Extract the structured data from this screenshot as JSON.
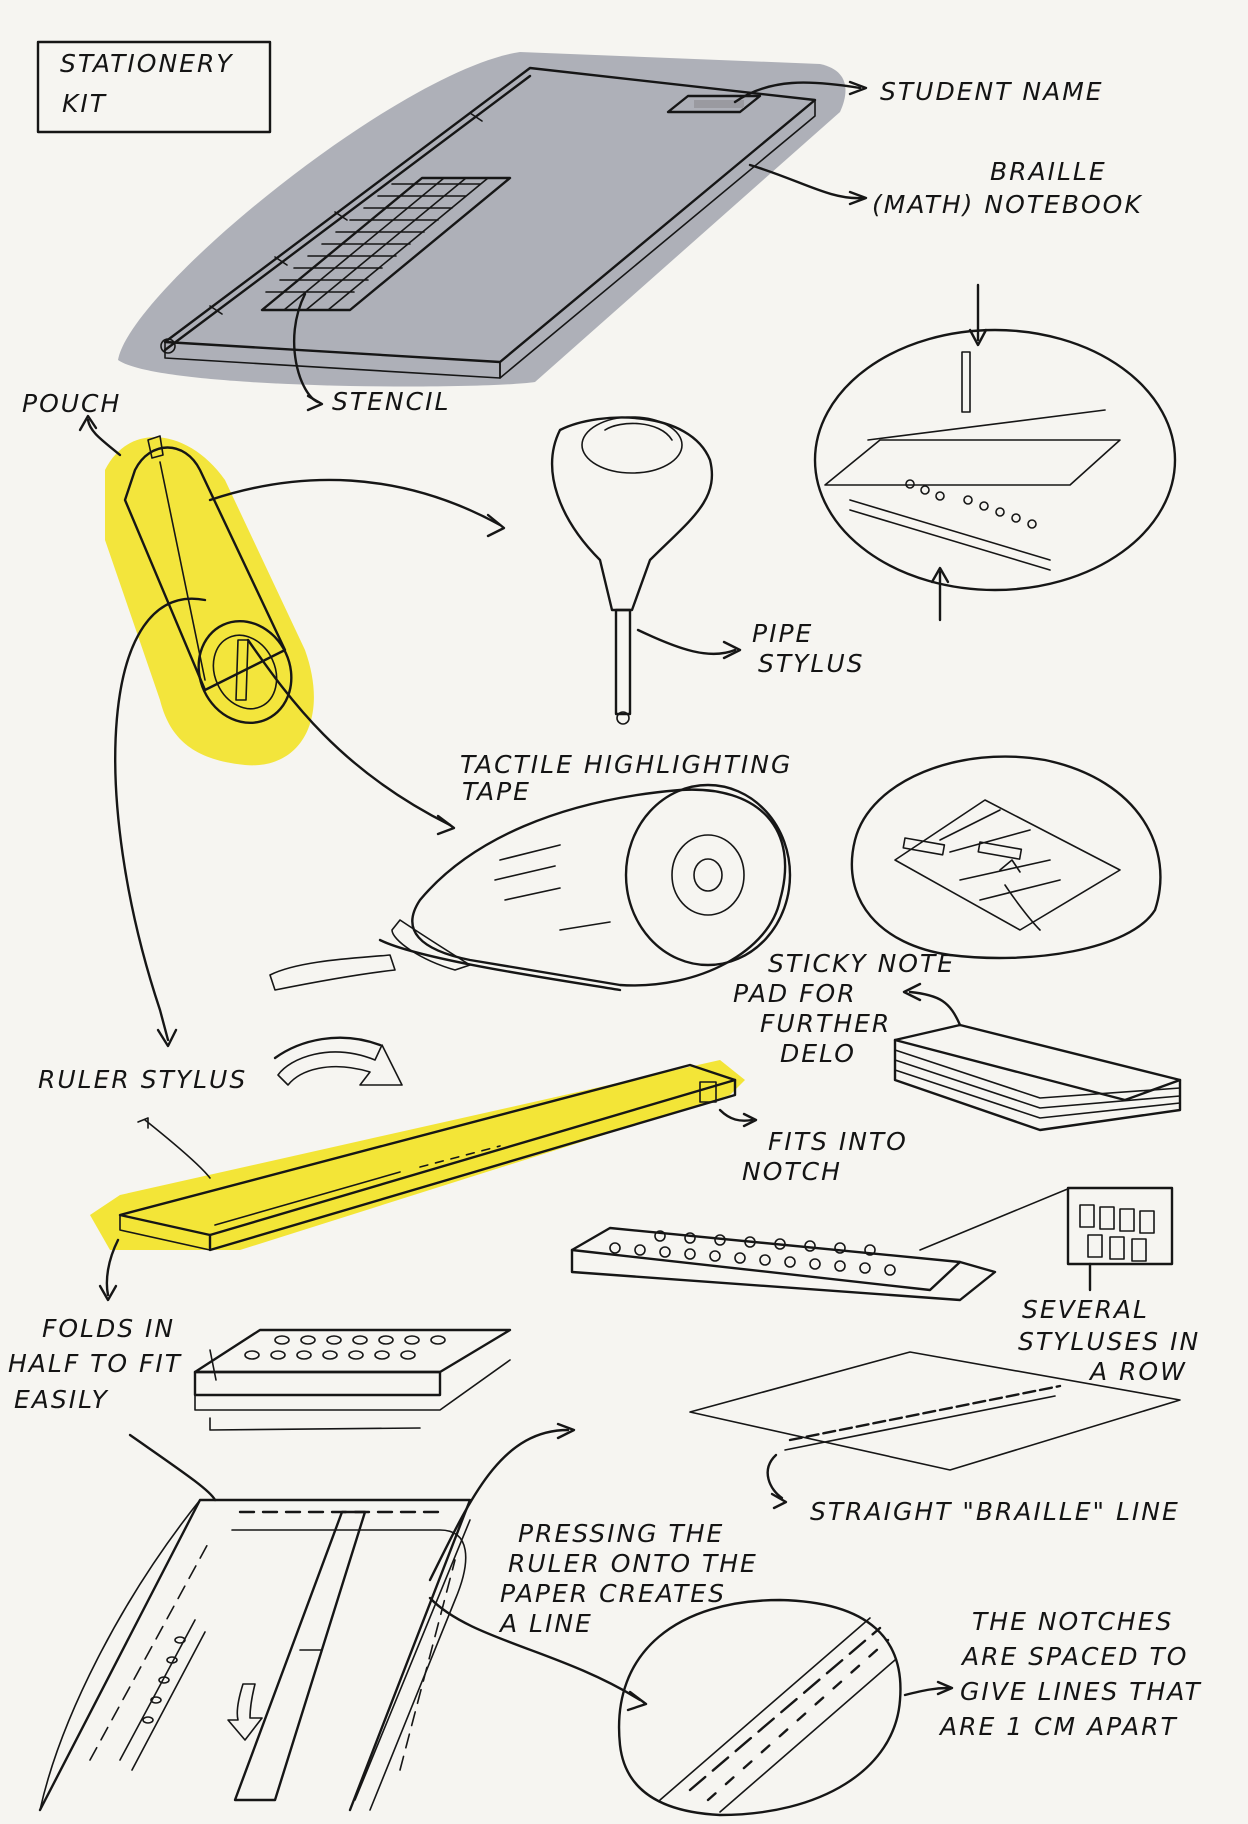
{
  "title_box": {
    "line1": "STATIONERY",
    "line2": "KIT"
  },
  "labels": {
    "student_name": "STUDENT NAME",
    "notebook_1": "BRAILLE",
    "notebook_2": "(MATH) NOTEBOOK",
    "stencil": "STENCIL",
    "pouch": "POUCH",
    "pipe_stylus_1": "PIPE",
    "pipe_stylus_2": "STYLUS",
    "tape_1": "TACTILE HIGHLIGHTING",
    "tape_2": "TAPE",
    "sticky_1": "STICKY NOTE",
    "sticky_2": "PAD FOR",
    "sticky_3": "FURTHER",
    "sticky_4": "DELO",
    "ruler_stylus": "RULER STYLUS",
    "fits_1": "FITS INTO",
    "fits_2": "NOTCH",
    "folds_1": "FOLDS IN",
    "folds_2": "HALF TO FIT",
    "folds_3": "EASILY",
    "several_1": "SEVERAL",
    "several_2": "STYLUSES IN",
    "several_3": "A ROW",
    "braille_line": "STRAIGHT \"BRAILLE\" LINE",
    "press_1": "PRESSING THE",
    "press_2": "RULER ONTO THE",
    "press_3": "PAPER CREATES",
    "press_4": "A LINE",
    "notches_1": "THE NOTCHES",
    "notches_2": "ARE SPACED TO",
    "notches_3": "GIVE LINES THAT",
    "notches_4": "ARE 1 CM APART"
  },
  "colors": {
    "ink": "#161616",
    "highlight_yellow": "#f2e21c",
    "marker_grey": "#a6a8b1",
    "ruler_orange": "#ec9a1b",
    "paper": "#f6f5f1"
  }
}
